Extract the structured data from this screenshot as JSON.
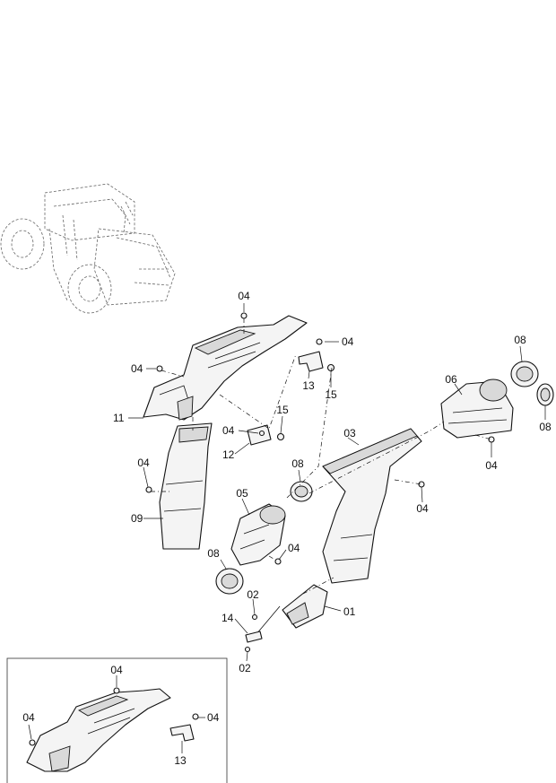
{
  "callouts": {
    "top_04": "04",
    "right_04": "04",
    "left_04": "04",
    "c13": "13",
    "c15a": "15",
    "c11": "11",
    "c15b": "15",
    "c04_bracket": "04",
    "c12": "12",
    "c04_duct": "04",
    "c09": "09",
    "c08a": "08",
    "c05": "05",
    "c04_elbow": "04",
    "c08b": "08",
    "c03": "03",
    "c04_mid": "04",
    "c06": "06",
    "c08_top": "08",
    "c08_right": "08",
    "c04_vent": "04",
    "c02a": "02",
    "c14": "14",
    "c01": "01",
    "c02b": "02",
    "inset_04_top": "04",
    "inset_04_left": "04",
    "inset_04_right": "04",
    "inset_13": "13"
  }
}
